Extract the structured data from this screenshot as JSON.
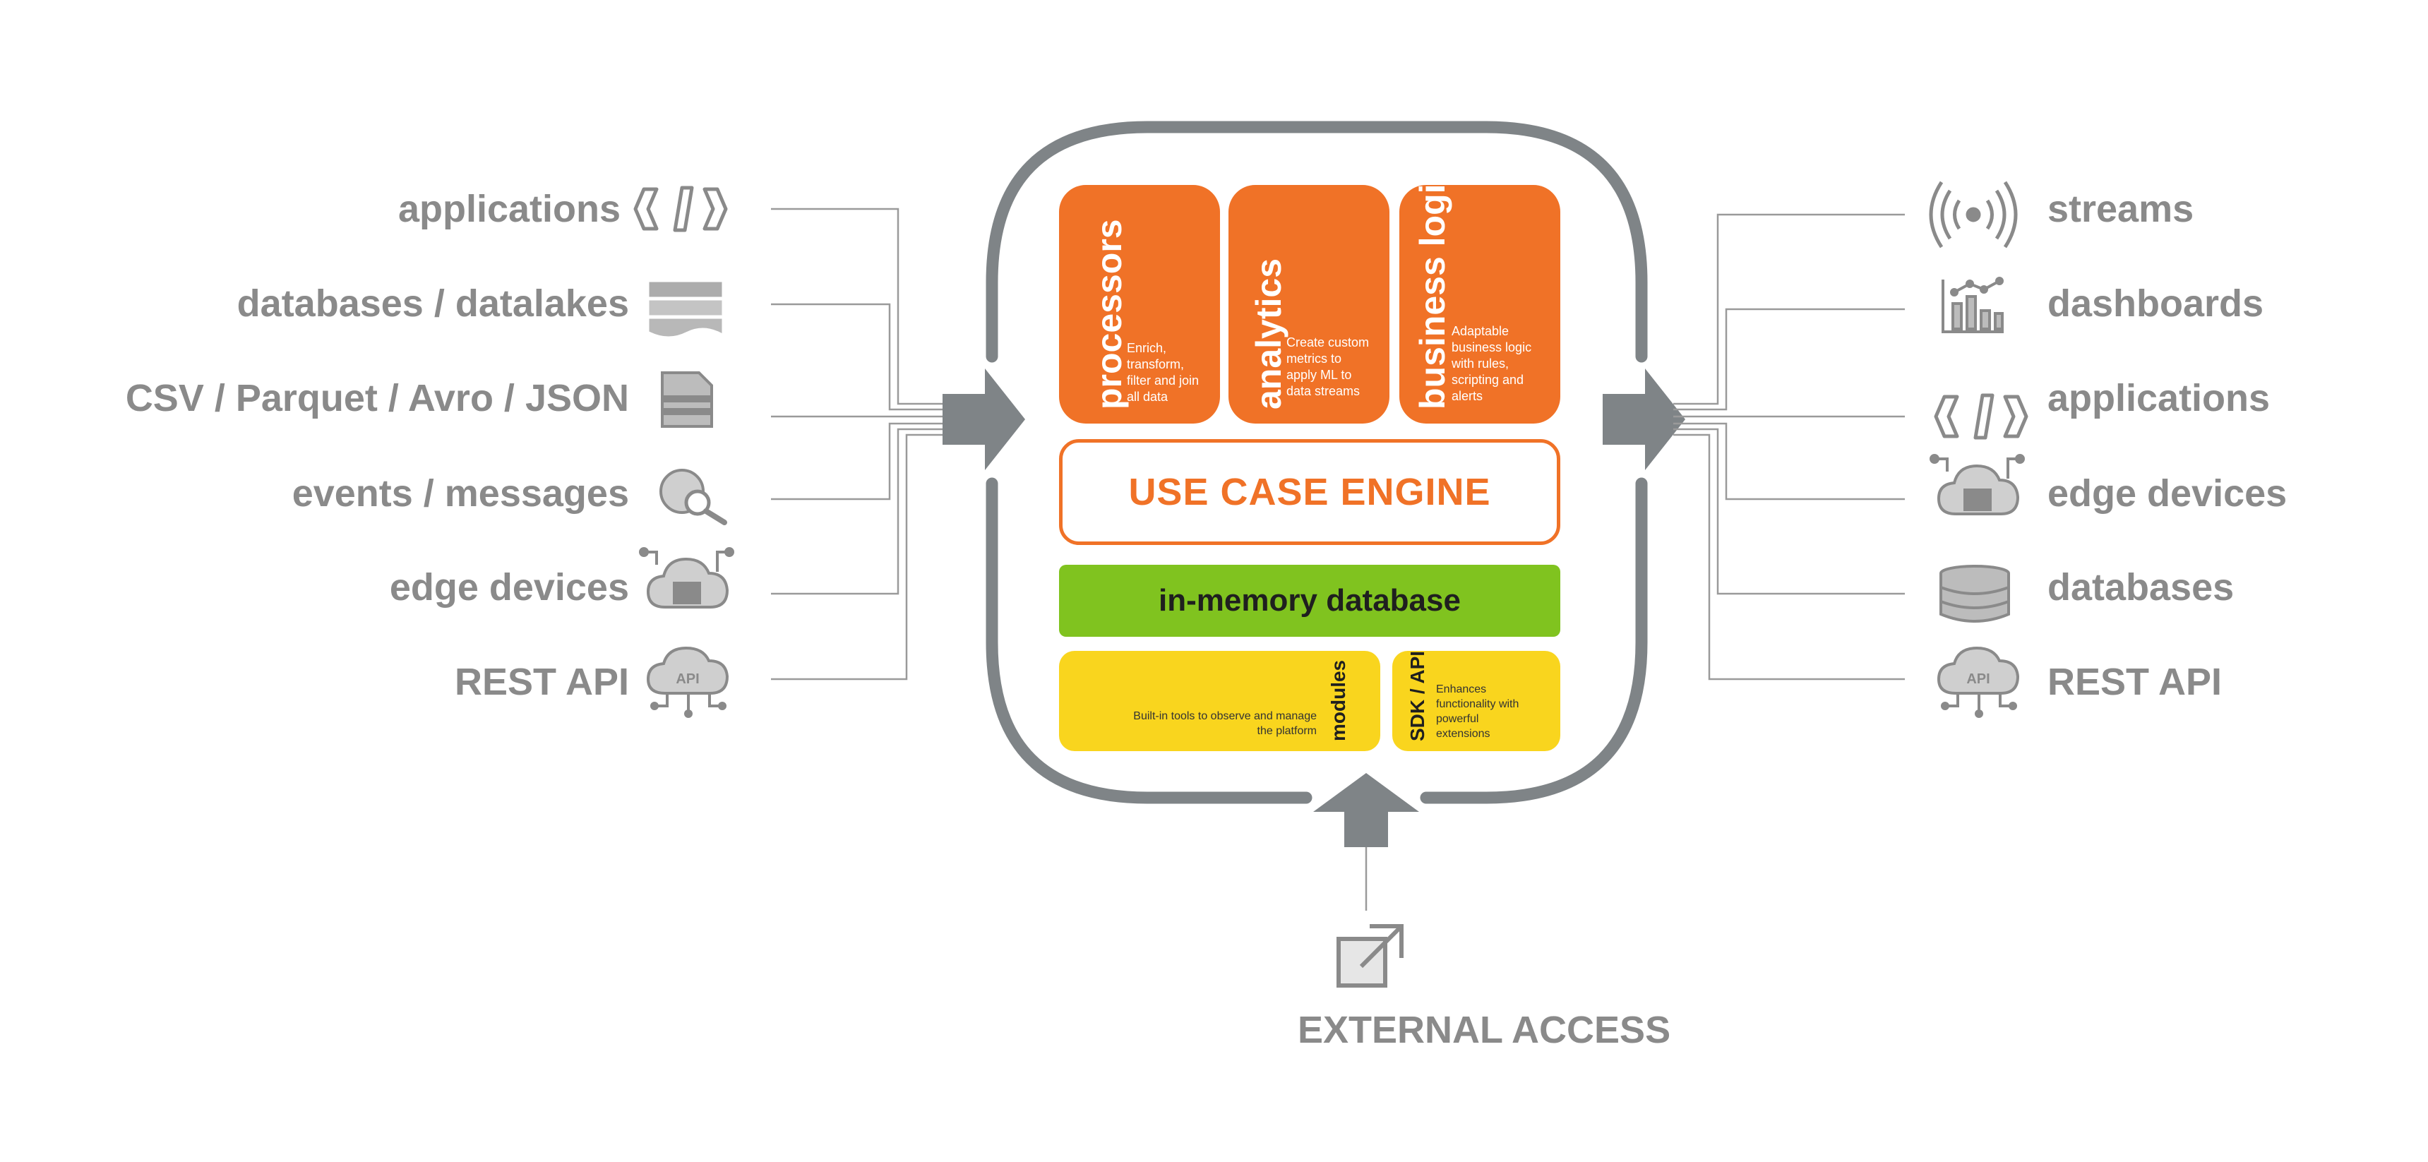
{
  "inputs": [
    {
      "label": "applications",
      "icon": "code-icon"
    },
    {
      "label": "databases / datalakes",
      "icon": "datalake-icon"
    },
    {
      "label": "CSV / Parquet / Avro / JSON",
      "icon": "file-icon"
    },
    {
      "label": "events / messages",
      "icon": "event-search-icon"
    },
    {
      "label": "edge devices",
      "icon": "edge-device-icon"
    },
    {
      "label": "REST API",
      "icon": "api-cloud-icon"
    }
  ],
  "outputs": [
    {
      "label": "streams",
      "icon": "stream-broadcast-icon"
    },
    {
      "label": "dashboards",
      "icon": "dashboard-icon"
    },
    {
      "label": "applications",
      "icon": "code-icon"
    },
    {
      "label": "edge devices",
      "icon": "edge-device-icon"
    },
    {
      "label": "databases",
      "icon": "database-icon"
    },
    {
      "label": "REST API",
      "icon": "api-cloud-icon"
    }
  ],
  "blocks": {
    "processors": {
      "title": "processors",
      "desc": [
        "Enrich,",
        "transform,",
        "filter and join",
        "all data"
      ]
    },
    "analytics": {
      "title": "analytics",
      "desc": [
        "Create custom",
        "metrics to",
        "apply ML to",
        "data streams"
      ]
    },
    "business_logic": {
      "title": "business logic",
      "desc": [
        "Adaptable",
        "business logic",
        "with rules,",
        "scripting and",
        "alerts"
      ]
    }
  },
  "engine": {
    "label": "USE CASE ENGINE"
  },
  "database": {
    "label": "in-memory database"
  },
  "modules": {
    "title": "modules",
    "desc": [
      "Built-in tools to observe and manage",
      "the platform"
    ]
  },
  "sdk": {
    "title": "SDK / API",
    "desc": [
      "Enhances",
      "functionality with",
      "powerful",
      "extensions"
    ]
  },
  "external": {
    "label": "EXTERNAL ACCESS",
    "icon": "external-link-icon"
  },
  "colors": {
    "orange": "#f07227",
    "green": "#80c31f",
    "yellow": "#f9d51e",
    "gray": "#8a8a8a",
    "frame": "#7f8487"
  }
}
